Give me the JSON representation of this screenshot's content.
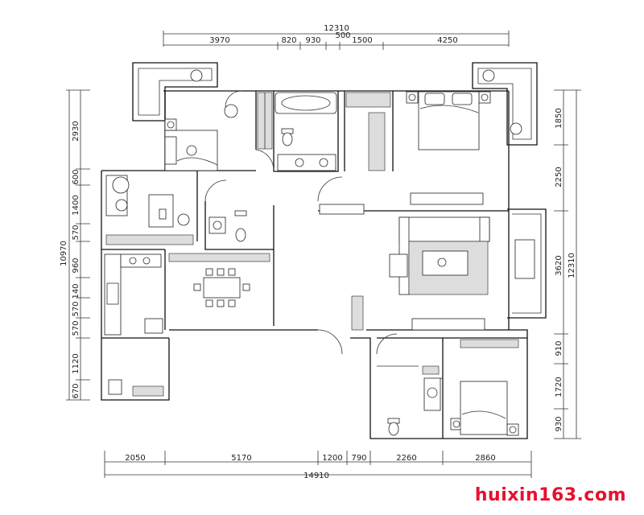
{
  "top_dims": {
    "total": "12310",
    "segments": [
      "3970",
      "820",
      "930",
      "500",
      "1500",
      "4250"
    ]
  },
  "bottom_dims": {
    "total": "14910",
    "segments": [
      "2050",
      "5170",
      "1200",
      "790",
      "2260",
      "2860"
    ]
  },
  "left_dims": {
    "total": "10970",
    "segments": [
      "2930",
      "600",
      "1400",
      "570",
      "960",
      "140",
      "570",
      "570",
      "1120",
      "670"
    ]
  },
  "right_dims": {
    "total": "12310",
    "segments": [
      "1850",
      "2250",
      "3620",
      "910",
      "1720",
      "930"
    ]
  },
  "watermark": "huixin163.com"
}
